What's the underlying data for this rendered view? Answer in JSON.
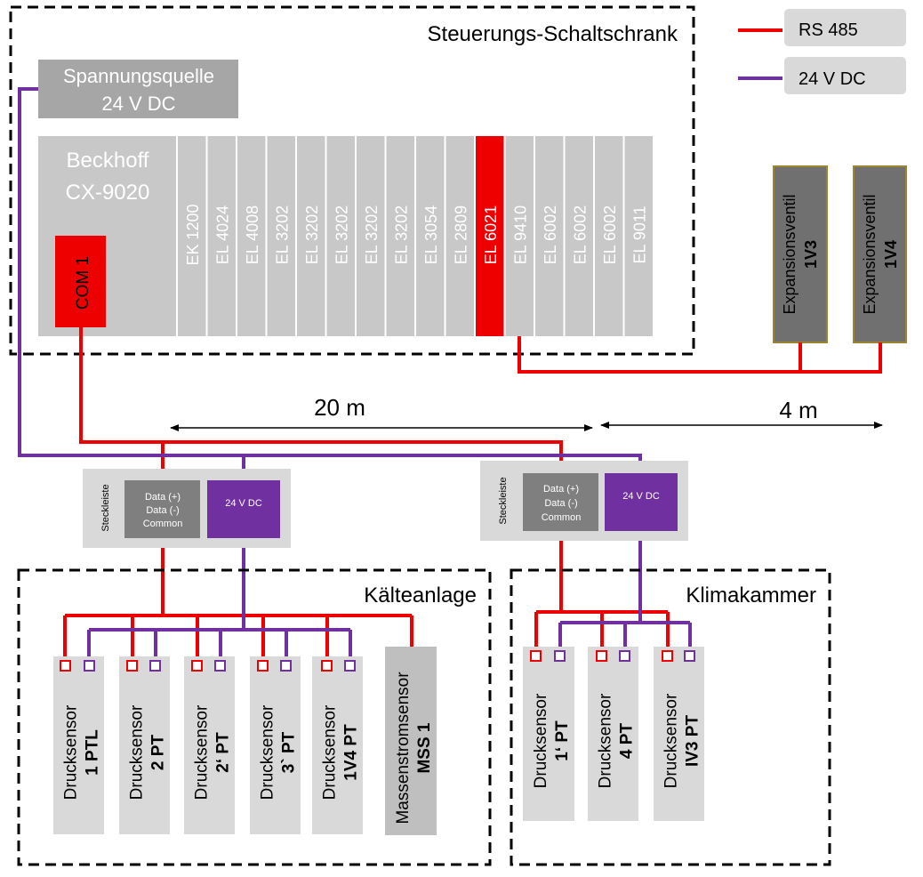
{
  "legend": {
    "rs485": {
      "label": "RS 485",
      "color": "#ee0000"
    },
    "dc24": {
      "label": "24 V DC",
      "color": "#7030a0"
    }
  },
  "cabinet": {
    "title": "Steuerungs-Schaltschrank",
    "power_supply": {
      "line1": "Spannungsquelle",
      "line2": "24 V DC"
    },
    "controller": {
      "line1": "Beckhoff",
      "line2": "CX-9020",
      "com_port": "COM 1"
    },
    "terminals": [
      "EK 1200",
      "EL 4024",
      "EL 4008",
      "EL 3202",
      "EL 3202",
      "EL 3202",
      "EL 3202",
      "EL 3202",
      "EL 3054",
      "EL 2809",
      "EL 6021",
      "EL 9410",
      "EL 6002",
      "EL 6002",
      "EL 6002",
      "EL 9011"
    ],
    "highlighted_terminal": "EL 6021"
  },
  "valves": [
    {
      "line1": "Expansionsventil",
      "line2": "1V3"
    },
    {
      "line1": "Expansionsventil",
      "line2": "1V4"
    }
  ],
  "distances": {
    "left": "20 m",
    "right": "4 m"
  },
  "connectors": [
    {
      "side_label": "Steckleiste",
      "data_lines": [
        "Data (+)",
        "Data (-)",
        "Common"
      ],
      "power": "24 V DC"
    },
    {
      "side_label": "Steckleiste",
      "data_lines": [
        "Data (+)",
        "Data (-)",
        "Common"
      ],
      "power": "24 V DC"
    }
  ],
  "groups": {
    "left": {
      "title": "Kälteanlage",
      "sensors": [
        {
          "line1": "Drucksensor",
          "line2": "1 PTL"
        },
        {
          "line1": "Drucksensor",
          "line2": "2 PT"
        },
        {
          "line1": "Drucksensor",
          "line2": "2‘ PT"
        },
        {
          "line1": "Drucksensor",
          "line2": "3` PT"
        },
        {
          "line1": "Drucksensor",
          "line2": "1V4 PT"
        },
        {
          "line1": "Massenstromsensor",
          "line2": "MSS 1"
        }
      ]
    },
    "right": {
      "title": "Klimakammer",
      "sensors": [
        {
          "line1": "Drucksensor",
          "line2": "1‘ PT"
        },
        {
          "line1": "Drucksensor",
          "line2": "4 PT"
        },
        {
          "line1": "Drucksensor",
          "line2": "IV3 PT"
        }
      ]
    }
  },
  "colors": {
    "grey_light": "#d9d9d9",
    "grey_mid": "#c8c8c8",
    "grey_dark": "#7f7f7f",
    "grey_valve": "#707070",
    "valve_border": "#9c8530",
    "red": "#ee0000",
    "purple": "#7030a0"
  }
}
